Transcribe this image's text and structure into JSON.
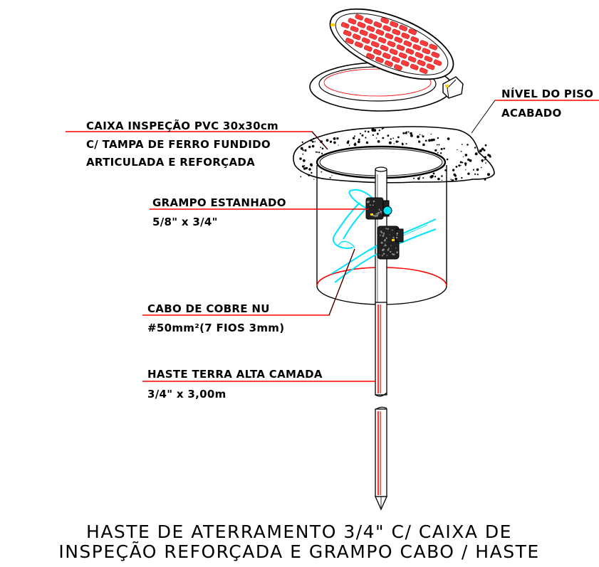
{
  "labels": {
    "caixa": {
      "line1": "CAIXA INSPEÇÃO PVC 30x30cm",
      "line2": "C/ TAMPA DE FERRO FUNDIDO",
      "line3": "ARTICULADA E REFORÇADA"
    },
    "nivel": {
      "line1": "NÍVEL DO PISO",
      "line2": "ACABADO"
    },
    "grampo": {
      "line1": "GRAMPO ESTANHADO",
      "line2": "5/8\" x 3/4\""
    },
    "cabo": {
      "line1": "CABO DE COBRE NU",
      "line2": "#50mm²(7 FIOS 3mm)"
    },
    "haste": {
      "line1": "HASTE TERRA ALTA CAMADA",
      "line2": "3/4\" x 3,00m"
    }
  },
  "title": {
    "line1": "HASTE DE ATERRAMENTO 3/4\" C/ CAIXA DE",
    "line2": "INSPEÇÃO REFORÇADA E GRAMPO CABO / HASTE"
  },
  "colors": {
    "leader": "#ff0000",
    "outline": "#000000",
    "cable": "#00e5ff",
    "lid_pattern": "#ff0000",
    "hatch": "#ffd400"
  }
}
